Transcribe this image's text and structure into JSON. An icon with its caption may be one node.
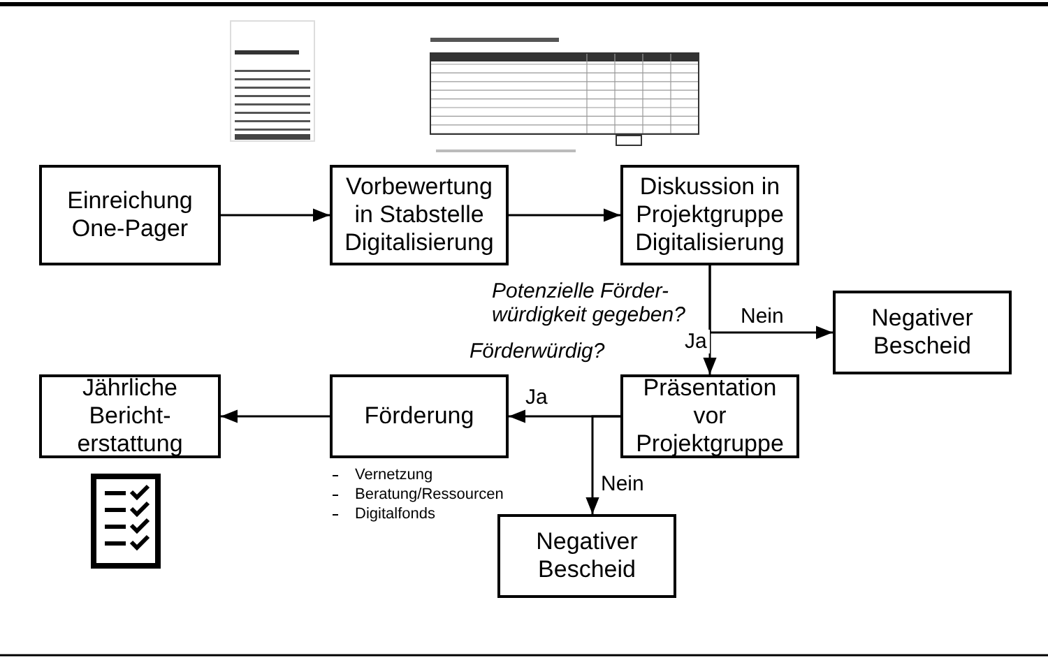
{
  "diagram": {
    "nodes": [
      {
        "text": [
          "Einreichung One-Pager"
        ]
      },
      {
        "text": [
          "Vorbewertung in Stabstelle Digitalisierung"
        ]
      },
      {
        "text": [
          "Diskussion in Projektgruppe Digitalisierung"
        ]
      },
      {
        "text": [
          "Negativer Bescheid"
        ]
      },
      {
        "text": [
          "Präsentation vor Projektgruppe"
        ]
      },
      {
        "text": [
          "Förderung"
        ],
        "beside": [
          "Vernetzung",
          "Beratung/Ressourcen",
          "Digitalfonds"
        ]
      },
      {
        "text": [
          "Jährliche Bericht-erstattung"
        ]
      },
      {
        "text": [
          "Negativer Bescheid"
        ]
      }
    ],
    "edges": [
      {
        "from": 0,
        "to": 1,
        "arrow": "to"
      },
      {
        "from": 1,
        "to": 2,
        "arrow": "to"
      },
      {
        "from": 2,
        "to": 4,
        "label": "Ja",
        "arrow": "to"
      },
      {
        "from": 2,
        "to": 3,
        "label": "Nein",
        "arrow": "to"
      },
      {
        "from": 4,
        "to": 5,
        "label": "Ja",
        "arrow": "to"
      },
      {
        "from": 4,
        "to": 7,
        "label": "Nein",
        "arrow": "to"
      },
      {
        "from": 5,
        "to": 6,
        "arrow": "to"
      }
    ],
    "labels": [
      "Potenzielle Förder-würdigkeit gegeben?",
      "Förderwürdig?"
    ]
  }
}
